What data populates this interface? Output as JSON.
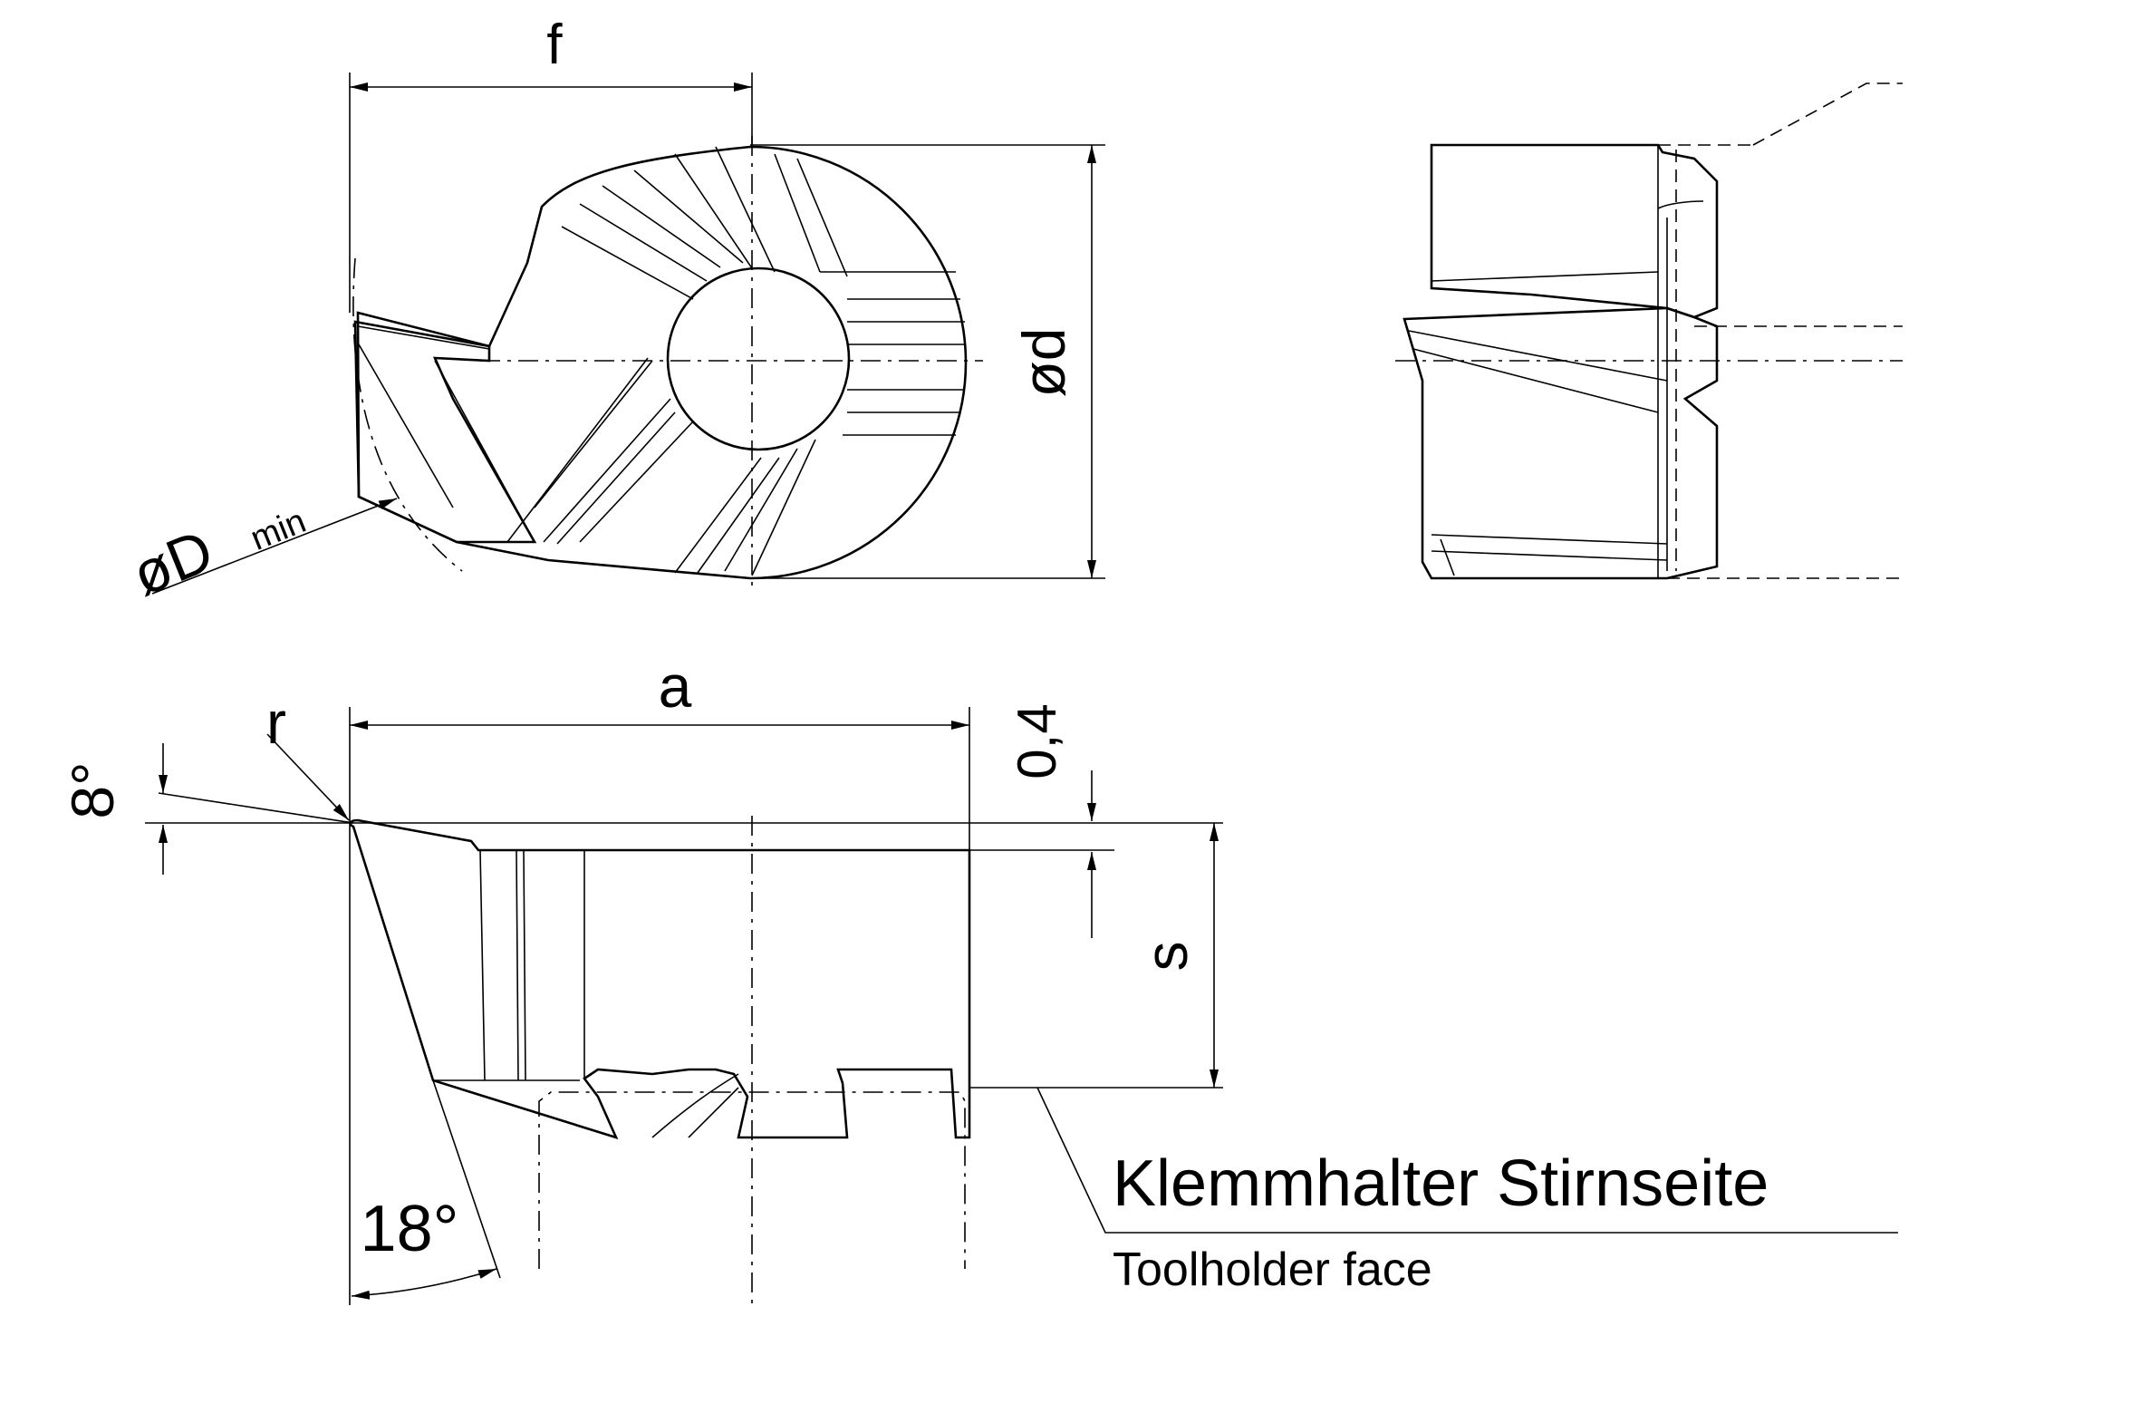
{
  "colors": {
    "insert_fill": "#f7ef00",
    "line": "#000000",
    "background": "#ffffff"
  },
  "labels": {
    "f": "f",
    "d": "ød",
    "dmin_main": "øD",
    "dmin_sub": "min",
    "a": "a",
    "r": "r",
    "angle_8": "8°",
    "dim_04": "0,4",
    "s": "s",
    "angle_18": "18°",
    "face_de": "Klemmhalter Stirnseite",
    "face_en": "Toolholder face"
  }
}
